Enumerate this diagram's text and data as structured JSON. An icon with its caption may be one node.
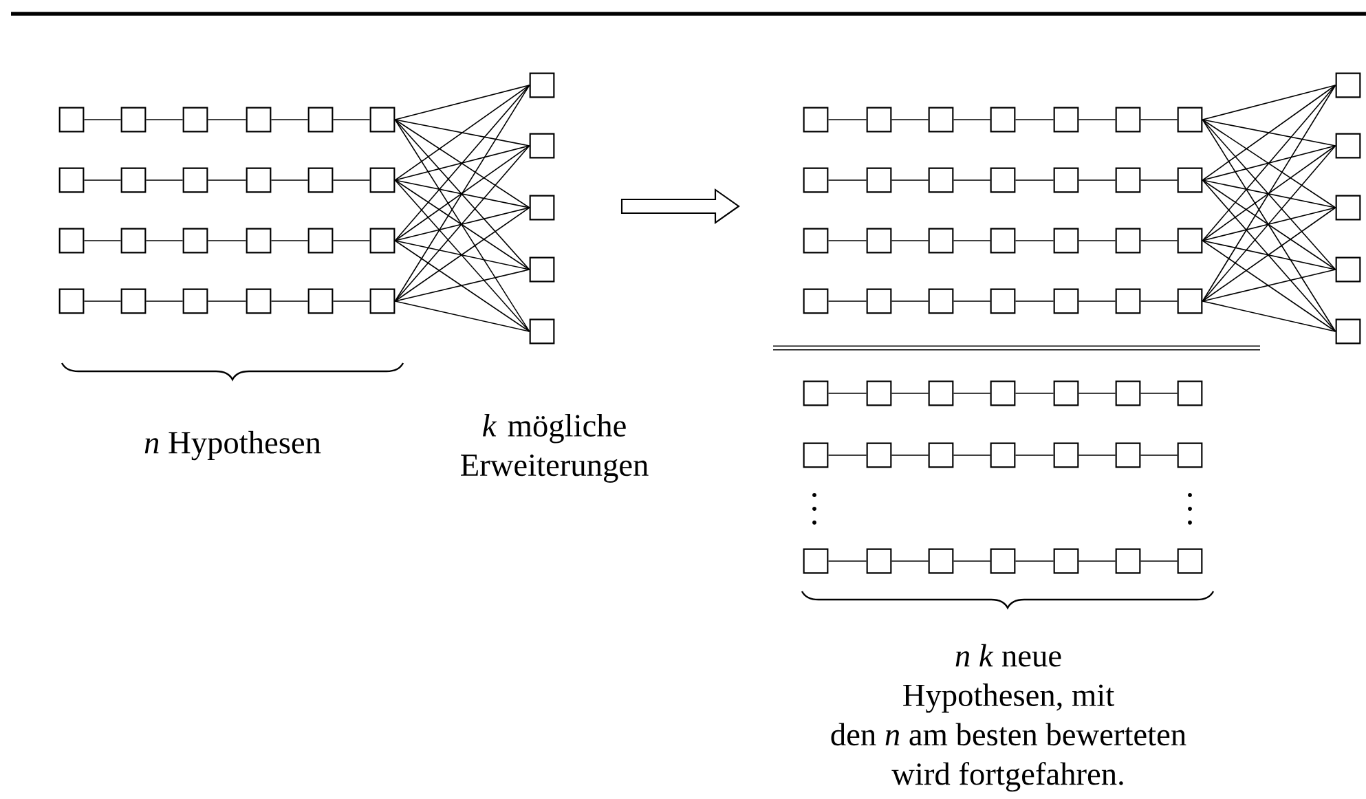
{
  "diagram": {
    "nodes": [
      {
        "text": [],
        "shape": "box"
      },
      {
        "text": [],
        "shape": "box"
      },
      {
        "text": [],
        "shape": "box"
      },
      {
        "text": [],
        "shape": "box"
      },
      {
        "text": [],
        "shape": "box"
      },
      {
        "text": [],
        "shape": "box"
      },
      {
        "text": [],
        "shape": "box"
      },
      {
        "text": [],
        "shape": "box"
      },
      {
        "text": [],
        "shape": "box"
      },
      {
        "text": [],
        "shape": "box"
      },
      {
        "text": [],
        "shape": "box"
      },
      {
        "text": [],
        "shape": "box"
      },
      {
        "text": [],
        "shape": "box"
      },
      {
        "text": [],
        "shape": "box"
      },
      {
        "text": [],
        "shape": "box"
      },
      {
        "text": [],
        "shape": "box"
      },
      {
        "text": [],
        "shape": "box"
      },
      {
        "text": [],
        "shape": "box"
      },
      {
        "text": [],
        "shape": "box"
      },
      {
        "text": [],
        "shape": "box"
      },
      {
        "text": [],
        "shape": "box"
      },
      {
        "text": [],
        "shape": "box"
      },
      {
        "text": [],
        "shape": "box"
      },
      {
        "text": [],
        "shape": "box"
      },
      {
        "text": [],
        "shape": "box"
      },
      {
        "text": [],
        "shape": "box"
      },
      {
        "text": [],
        "shape": "box"
      },
      {
        "text": [],
        "shape": "box"
      },
      {
        "text": [],
        "shape": "box"
      },
      {
        "text": [],
        "shape": "box"
      },
      {
        "text": [],
        "shape": "box"
      },
      {
        "text": [],
        "shape": "box"
      },
      {
        "text": [],
        "shape": "box"
      },
      {
        "text": [],
        "shape": "box"
      },
      {
        "text": [],
        "shape": "box"
      },
      {
        "text": [],
        "shape": "box"
      },
      {
        "text": [],
        "shape": "box"
      },
      {
        "text": [],
        "shape": "box"
      },
      {
        "text": [],
        "shape": "box"
      },
      {
        "text": [],
        "shape": "box"
      },
      {
        "text": [],
        "shape": "box"
      },
      {
        "text": [],
        "shape": "box"
      },
      {
        "text": [],
        "shape": "box"
      },
      {
        "text": [],
        "shape": "box"
      },
      {
        "text": [],
        "shape": "box"
      },
      {
        "text": [],
        "shape": "box"
      },
      {
        "text": [],
        "shape": "box"
      },
      {
        "text": [],
        "shape": "box"
      },
      {
        "text": [],
        "shape": "box"
      },
      {
        "text": [],
        "shape": "box"
      },
      {
        "text": [],
        "shape": "box"
      },
      {
        "text": [],
        "shape": "box"
      },
      {
        "text": [],
        "shape": "box"
      },
      {
        "text": [],
        "shape": "box"
      },
      {
        "text": [],
        "shape": "box"
      },
      {
        "text": [],
        "shape": "box"
      },
      {
        "text": [],
        "shape": "box"
      },
      {
        "text": [],
        "shape": "box"
      },
      {
        "text": [],
        "shape": "box"
      },
      {
        "text": [],
        "shape": "box"
      },
      {
        "text": [],
        "shape": "box"
      },
      {
        "text": [],
        "shape": "box"
      },
      {
        "text": [],
        "shape": "box"
      },
      {
        "text": [],
        "shape": "box"
      },
      {
        "text": [],
        "shape": "box"
      },
      {
        "text": [],
        "shape": "box"
      },
      {
        "text": [],
        "shape": "box"
      },
      {
        "text": [],
        "shape": "box"
      },
      {
        "text": [],
        "shape": "box"
      },
      {
        "text": [],
        "shape": "box"
      },
      {
        "text": [],
        "shape": "box"
      },
      {
        "text": [],
        "shape": "box"
      },
      {
        "text": [],
        "shape": "box"
      },
      {
        "text": [],
        "shape": "box"
      },
      {
        "text": [],
        "shape": "box"
      },
      {
        "text": [],
        "shape": "box"
      },
      {
        "text": [],
        "shape": "box"
      },
      {
        "text": [],
        "shape": "box"
      },
      {
        "text": [],
        "shape": "box"
      },
      {
        "text": [],
        "shape": "box"
      },
      {
        "text": [],
        "shape": "box"
      },
      {
        "text": [],
        "shape": "box"
      },
      {
        "text": [],
        "shape": "box"
      }
    ],
    "edges": [
      {
        "from": 0,
        "to": 1,
        "arrow": "none"
      },
      {
        "from": 1,
        "to": 2,
        "arrow": "none"
      },
      {
        "from": 2,
        "to": 3,
        "arrow": "none"
      },
      {
        "from": 3,
        "to": 4,
        "arrow": "none"
      },
      {
        "from": 4,
        "to": 5,
        "arrow": "none"
      },
      {
        "from": 6,
        "to": 7,
        "arrow": "none"
      },
      {
        "from": 7,
        "to": 8,
        "arrow": "none"
      },
      {
        "from": 8,
        "to": 9,
        "arrow": "none"
      },
      {
        "from": 9,
        "to": 10,
        "arrow": "none"
      },
      {
        "from": 10,
        "to": 11,
        "arrow": "none"
      },
      {
        "from": 12,
        "to": 13,
        "arrow": "none"
      },
      {
        "from": 13,
        "to": 14,
        "arrow": "none"
      },
      {
        "from": 14,
        "to": 15,
        "arrow": "none"
      },
      {
        "from": 15,
        "to": 16,
        "arrow": "none"
      },
      {
        "from": 16,
        "to": 17,
        "arrow": "none"
      },
      {
        "from": 18,
        "to": 19,
        "arrow": "none"
      },
      {
        "from": 19,
        "to": 20,
        "arrow": "none"
      },
      {
        "from": 20,
        "to": 21,
        "arrow": "none"
      },
      {
        "from": 21,
        "to": 22,
        "arrow": "none"
      },
      {
        "from": 22,
        "to": 23,
        "arrow": "none"
      },
      {
        "from": 5,
        "to": 24,
        "arrow": "none"
      },
      {
        "from": 5,
        "to": 25,
        "arrow": "none"
      },
      {
        "from": 5,
        "to": 26,
        "arrow": "none"
      },
      {
        "from": 5,
        "to": 27,
        "arrow": "none"
      },
      {
        "from": 5,
        "to": 28,
        "arrow": "none"
      },
      {
        "from": 11,
        "to": 24,
        "arrow": "none"
      },
      {
        "from": 11,
        "to": 25,
        "arrow": "none"
      },
      {
        "from": 11,
        "to": 26,
        "arrow": "none"
      },
      {
        "from": 11,
        "to": 27,
        "arrow": "none"
      },
      {
        "from": 11,
        "to": 28,
        "arrow": "none"
      },
      {
        "from": 17,
        "to": 24,
        "arrow": "none"
      },
      {
        "from": 17,
        "to": 25,
        "arrow": "none"
      },
      {
        "from": 17,
        "to": 26,
        "arrow": "none"
      },
      {
        "from": 17,
        "to": 27,
        "arrow": "none"
      },
      {
        "from": 17,
        "to": 28,
        "arrow": "none"
      },
      {
        "from": 23,
        "to": 24,
        "arrow": "none"
      },
      {
        "from": 23,
        "to": 25,
        "arrow": "none"
      },
      {
        "from": 23,
        "to": 26,
        "arrow": "none"
      },
      {
        "from": 23,
        "to": 27,
        "arrow": "none"
      },
      {
        "from": 23,
        "to": 28,
        "arrow": "none"
      },
      {
        "from": 29,
        "to": 30,
        "arrow": "none"
      },
      {
        "from": 30,
        "to": 31,
        "arrow": "none"
      },
      {
        "from": 31,
        "to": 32,
        "arrow": "none"
      },
      {
        "from": 32,
        "to": 33,
        "arrow": "none"
      },
      {
        "from": 33,
        "to": 34,
        "arrow": "none"
      },
      {
        "from": 34,
        "to": 35,
        "arrow": "none"
      },
      {
        "from": 36,
        "to": 37,
        "arrow": "none"
      },
      {
        "from": 37,
        "to": 38,
        "arrow": "none"
      },
      {
        "from": 38,
        "to": 39,
        "arrow": "none"
      },
      {
        "from": 39,
        "to": 40,
        "arrow": "none"
      },
      {
        "from": 40,
        "to": 41,
        "arrow": "none"
      },
      {
        "from": 41,
        "to": 42,
        "arrow": "none"
      },
      {
        "from": 43,
        "to": 44,
        "arrow": "none"
      },
      {
        "from": 44,
        "to": 45,
        "arrow": "none"
      },
      {
        "from": 45,
        "to": 46,
        "arrow": "none"
      },
      {
        "from": 46,
        "to": 47,
        "arrow": "none"
      },
      {
        "from": 47,
        "to": 48,
        "arrow": "none"
      },
      {
        "from": 48,
        "to": 49,
        "arrow": "none"
      },
      {
        "from": 50,
        "to": 51,
        "arrow": "none"
      },
      {
        "from": 51,
        "to": 52,
        "arrow": "none"
      },
      {
        "from": 52,
        "to": 53,
        "arrow": "none"
      },
      {
        "from": 53,
        "to": 54,
        "arrow": "none"
      },
      {
        "from": 54,
        "to": 55,
        "arrow": "none"
      },
      {
        "from": 55,
        "to": 56,
        "arrow": "none"
      },
      {
        "from": 35,
        "to": 57,
        "arrow": "none"
      },
      {
        "from": 35,
        "to": 58,
        "arrow": "none"
      },
      {
        "from": 35,
        "to": 59,
        "arrow": "none"
      },
      {
        "from": 35,
        "to": 60,
        "arrow": "none"
      },
      {
        "from": 35,
        "to": 61,
        "arrow": "none"
      },
      {
        "from": 42,
        "to": 57,
        "arrow": "none"
      },
      {
        "from": 42,
        "to": 58,
        "arrow": "none"
      },
      {
        "from": 42,
        "to": 59,
        "arrow": "none"
      },
      {
        "from": 42,
        "to": 60,
        "arrow": "none"
      },
      {
        "from": 42,
        "to": 61,
        "arrow": "none"
      },
      {
        "from": 49,
        "to": 57,
        "arrow": "none"
      },
      {
        "from": 49,
        "to": 58,
        "arrow": "none"
      },
      {
        "from": 49,
        "to": 59,
        "arrow": "none"
      },
      {
        "from": 49,
        "to": 60,
        "arrow": "none"
      },
      {
        "from": 49,
        "to": 61,
        "arrow": "none"
      },
      {
        "from": 56,
        "to": 57,
        "arrow": "none"
      },
      {
        "from": 56,
        "to": 58,
        "arrow": "none"
      },
      {
        "from": 56,
        "to": 59,
        "arrow": "none"
      },
      {
        "from": 56,
        "to": 60,
        "arrow": "none"
      },
      {
        "from": 56,
        "to": 61,
        "arrow": "none"
      },
      {
        "from": 62,
        "to": 63,
        "arrow": "none"
      },
      {
        "from": 63,
        "to": 64,
        "arrow": "none"
      },
      {
        "from": 64,
        "to": 65,
        "arrow": "none"
      },
      {
        "from": 65,
        "to": 66,
        "arrow": "none"
      },
      {
        "from": 66,
        "to": 67,
        "arrow": "none"
      },
      {
        "from": 67,
        "to": 68,
        "arrow": "none"
      },
      {
        "from": 69,
        "to": 70,
        "arrow": "none"
      },
      {
        "from": 70,
        "to": 71,
        "arrow": "none"
      },
      {
        "from": 71,
        "to": 72,
        "arrow": "none"
      },
      {
        "from": 72,
        "to": 73,
        "arrow": "none"
      },
      {
        "from": 73,
        "to": 74,
        "arrow": "none"
      },
      {
        "from": 74,
        "to": 75,
        "arrow": "none"
      },
      {
        "from": 76,
        "to": 77,
        "arrow": "none"
      },
      {
        "from": 77,
        "to": 78,
        "arrow": "none"
      },
      {
        "from": 78,
        "to": 79,
        "arrow": "none"
      },
      {
        "from": 79,
        "to": 80,
        "arrow": "none"
      },
      {
        "from": 80,
        "to": 81,
        "arrow": "none"
      },
      {
        "from": 81,
        "to": 82,
        "arrow": "none"
      }
    ],
    "labels": [
      "*n* Hypothesen",
      "*k* mögliche Erweiterungen",
      "*n k* neue Hypothesen, mit den *n* am besten bewerteten wird fortgefahren."
    ]
  }
}
